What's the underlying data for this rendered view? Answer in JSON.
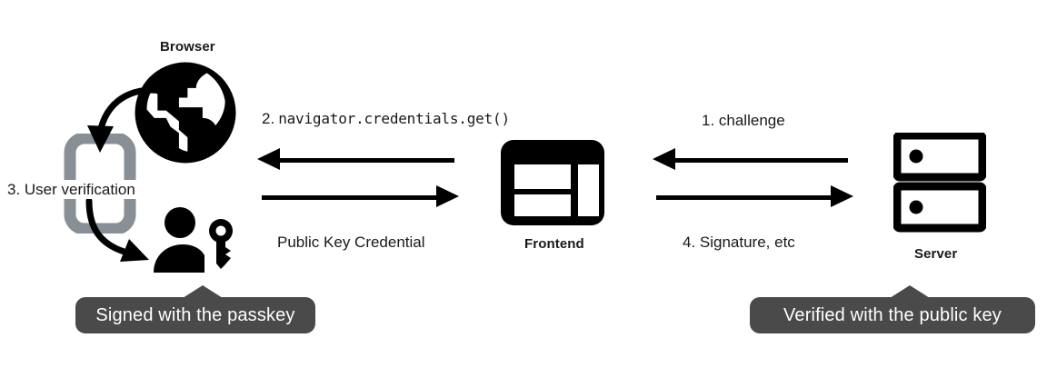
{
  "diagram": {
    "title": "WebAuthn passkey authentication flow",
    "background": "#ffffff",
    "ink": "#000000",
    "badge_color": "#4a4a4a",
    "phone_color": "#888f96"
  },
  "nodes": [
    {
      "key": "browser",
      "label": "Browser",
      "icon": "globe-icon"
    },
    {
      "key": "phone",
      "label": "",
      "icon": "mobile-phone-icon"
    },
    {
      "key": "user",
      "label": "",
      "icon": "user-with-key-icon"
    },
    {
      "key": "frontend",
      "label": "Frontend",
      "icon": "frontend-layout-icon"
    },
    {
      "key": "server",
      "label": "Server",
      "icon": "server-racks-icon"
    }
  ],
  "labels": {
    "browser": "Browser",
    "frontend": "Frontend",
    "server": "Server",
    "user_verification": "3. User verification",
    "navigator_call_number": "2.",
    "navigator_call_code": "navigator.credentials.get()",
    "public_key_credential": "Public Key Credential",
    "challenge": "1. challenge",
    "signature": "4. Signature, etc"
  },
  "badges": [
    {
      "key": "signed",
      "text": "Signed with the passkey"
    },
    {
      "key": "verified",
      "text": "Verified with the public key"
    }
  ],
  "arrows": [
    {
      "key": "frontend-to-browser",
      "direction": "left",
      "label": "2. navigator.credentials.get()"
    },
    {
      "key": "browser-to-frontend",
      "direction": "right",
      "label": "Public Key Credential"
    },
    {
      "key": "server-to-frontend",
      "direction": "left",
      "label": "1. challenge"
    },
    {
      "key": "frontend-to-server",
      "direction": "right",
      "label": "4. Signature, etc"
    },
    {
      "key": "browser-to-phone",
      "direction": "curved-down-left",
      "label": "3. User verification"
    },
    {
      "key": "phone-to-user",
      "direction": "curved-down-right",
      "label": ""
    }
  ]
}
